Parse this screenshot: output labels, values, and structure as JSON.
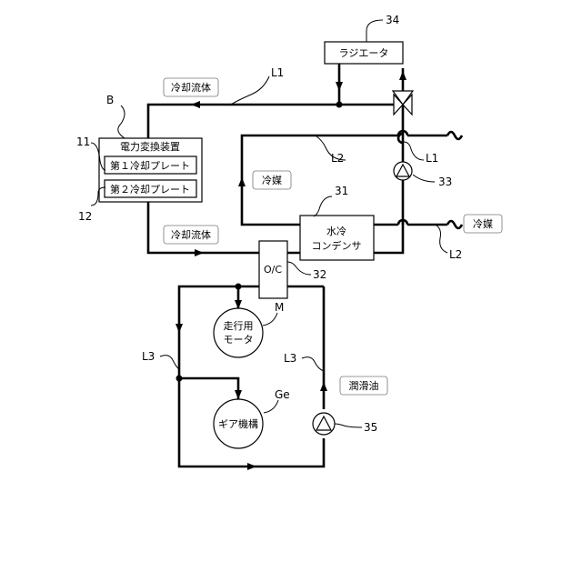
{
  "components": {
    "radiator": {
      "label": "ラジエータ",
      "ref": "34"
    },
    "power_converter": {
      "label": "電力変換装置",
      "ref": "11",
      "ref_b": "B"
    },
    "plate1": {
      "label": "第１冷却プレート"
    },
    "plate2": {
      "label": "第２冷却プレート",
      "ref": "12"
    },
    "condenser": {
      "line1": "水冷",
      "line2": "コンデンサ",
      "ref": "31"
    },
    "oil_cooler": {
      "label": "O/C",
      "ref": "32"
    },
    "motor": {
      "line1": "走行用",
      "line2": "モータ",
      "ref": "M"
    },
    "gear": {
      "label": "ギア機構",
      "ref": "Ge"
    },
    "pump33": {
      "ref": "33"
    },
    "pump35": {
      "ref": "35"
    }
  },
  "flow_labels": {
    "coolant_top": "冷却流体",
    "coolant_bottom": "冷却流体",
    "refrigerant_left": "冷媒",
    "refrigerant_right": "冷媒",
    "lubricant": "潤滑油"
  },
  "line_refs": {
    "l1_top": "L1",
    "l1_right": "L1",
    "l2_mid": "L2",
    "l2_right": "L2",
    "l3_left": "L3",
    "l3_right": "L3"
  }
}
